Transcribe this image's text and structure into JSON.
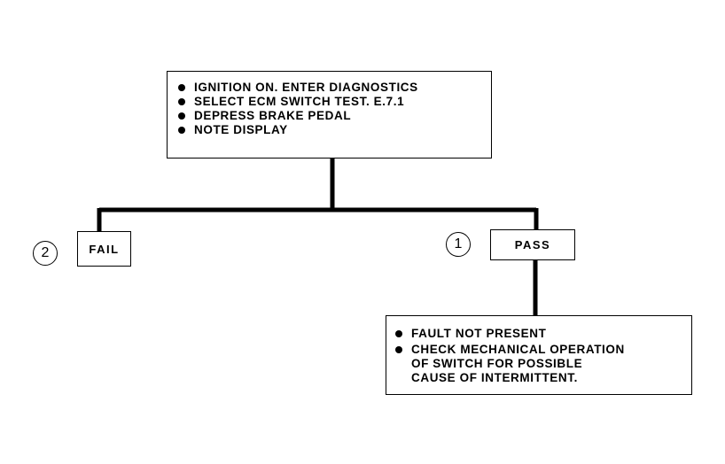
{
  "top_box": {
    "items": [
      "IGNITION ON. ENTER DIAGNOSTICS",
      "SELECT ECM  SWITCH TEST. E.7.1",
      "DEPRESS BRAKE PEDAL",
      "NOTE DISPLAY"
    ]
  },
  "fail_branch": {
    "number": "2",
    "label": "FAIL"
  },
  "pass_branch": {
    "number": "1",
    "label": "PASS"
  },
  "result_box": {
    "item1": "FAULT NOT PRESENT",
    "item2_lines": [
      "CHECK MECHANICAL OPERATION",
      "OF SWITCH  FOR POSSIBLE",
      "CAUSE OF INTERMITTENT."
    ]
  }
}
